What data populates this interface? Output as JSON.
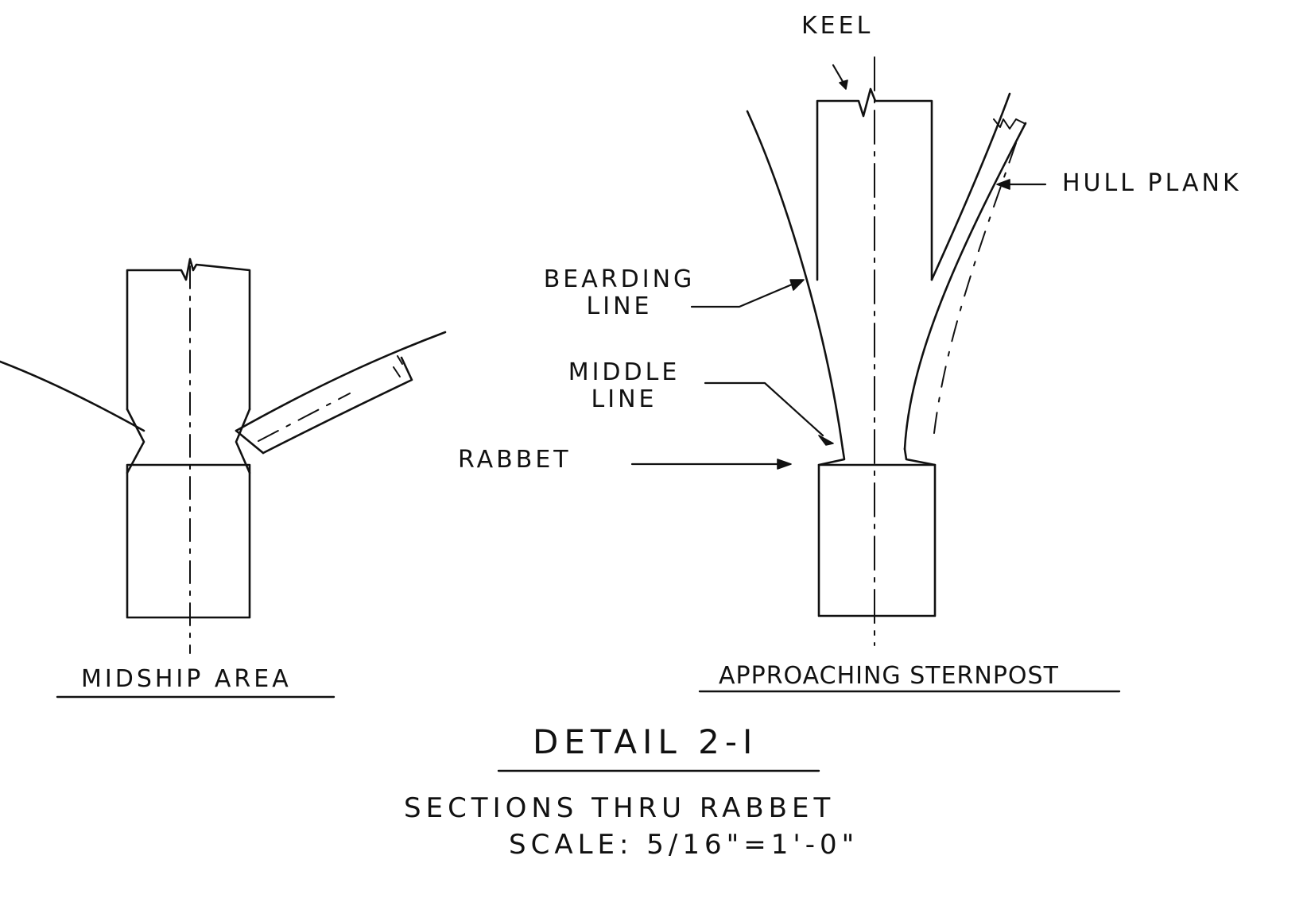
{
  "labels": {
    "keel": "KEEL",
    "hull_plank": "HULL PLANK",
    "bearding_line_1": "BEARDING",
    "bearding_line_2": "LINE",
    "middle_line_1": "MIDDLE",
    "middle_line_2": "LINE",
    "rabbet": "RABBET",
    "midship_area": "MIDSHIP AREA",
    "approaching_sternpost": "APPROACHING STERNPOST"
  },
  "title": {
    "detail": "DETAIL 2-I",
    "subtitle": "SECTIONS THRU RABBET",
    "scale": "SCALE: 5/16\"=1'-0\""
  },
  "colors": {
    "ink": "#111111",
    "paper": "#ffffff"
  }
}
